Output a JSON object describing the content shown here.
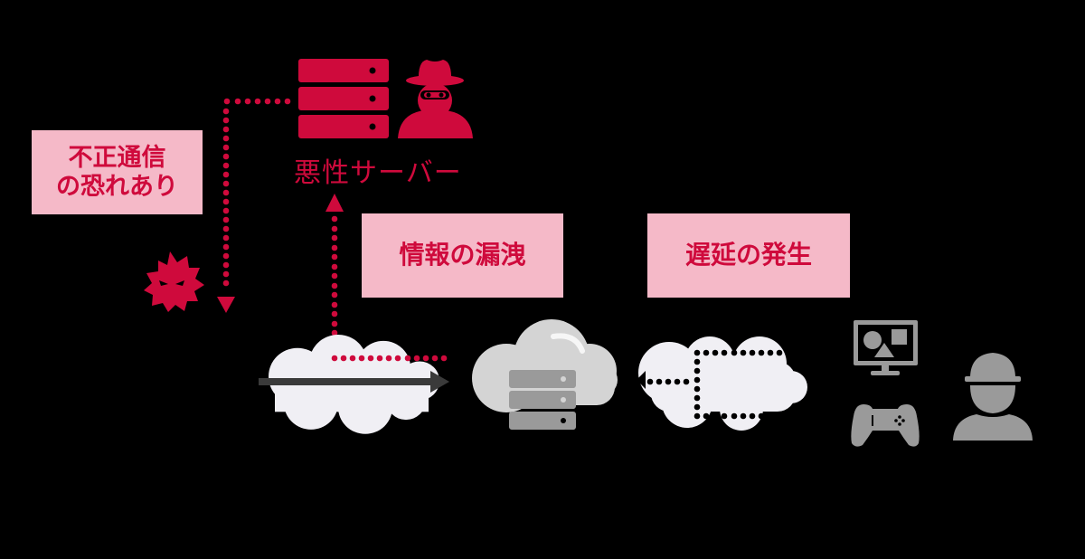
{
  "diagram": {
    "background": "#000000",
    "colors": {
      "accent_red": "#cf0a3c",
      "label_pink": "#f5b9c8",
      "cloud_light": "#f0eff4",
      "cloud_gray": "#d4d4d4",
      "server_gray": "#9a9a9a",
      "icon_gray": "#9a9a9a",
      "arrow_dark": "#3a3a3a"
    },
    "malicious_server": {
      "label": "悪性サーバー",
      "icons": [
        "server-stack-icon",
        "hacker-icon"
      ]
    },
    "labels": {
      "unauthorized_comm": {
        "line1": "不正通信",
        "line2": "の恐れあり"
      },
      "info_leak": "情報の漏洩",
      "delay": "遅延の発生"
    },
    "nodes": [
      {
        "id": "virus",
        "icon": "virus-icon"
      },
      {
        "id": "cloud-left",
        "icon": "cloud-icon"
      },
      {
        "id": "cloud-server",
        "icon": "cloud-server-icon"
      },
      {
        "id": "cloud-right",
        "icon": "cloud-icon"
      },
      {
        "id": "devices",
        "icons": [
          "monitor-icon",
          "gamepad-icon"
        ]
      },
      {
        "id": "user",
        "icon": "worker-icon"
      }
    ]
  }
}
